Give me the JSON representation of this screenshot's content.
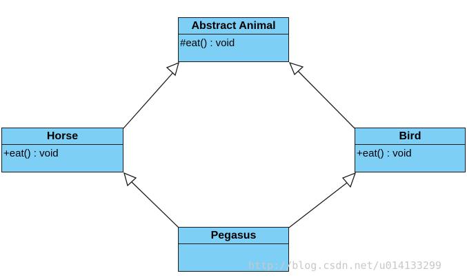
{
  "classes": {
    "abstract_animal": {
      "name": "Abstract Animal",
      "members": [
        "#eat() : void"
      ]
    },
    "horse": {
      "name": "Horse",
      "members": [
        "+eat() : void"
      ]
    },
    "bird": {
      "name": "Bird",
      "members": [
        "+eat() : void"
      ]
    },
    "pegasus": {
      "name": "Pegasus",
      "members": []
    }
  },
  "relations": [
    {
      "type": "generalization",
      "from": "horse",
      "to": "abstract_animal"
    },
    {
      "type": "generalization",
      "from": "bird",
      "to": "abstract_animal"
    },
    {
      "type": "generalization",
      "from": "pegasus",
      "to": "horse"
    },
    {
      "type": "generalization",
      "from": "pegasus",
      "to": "bird"
    }
  ],
  "colors": {
    "class_fill": "#7dcff5",
    "border": "#1a1a1a"
  },
  "watermark": "http://blog.csdn.net/u014133299"
}
